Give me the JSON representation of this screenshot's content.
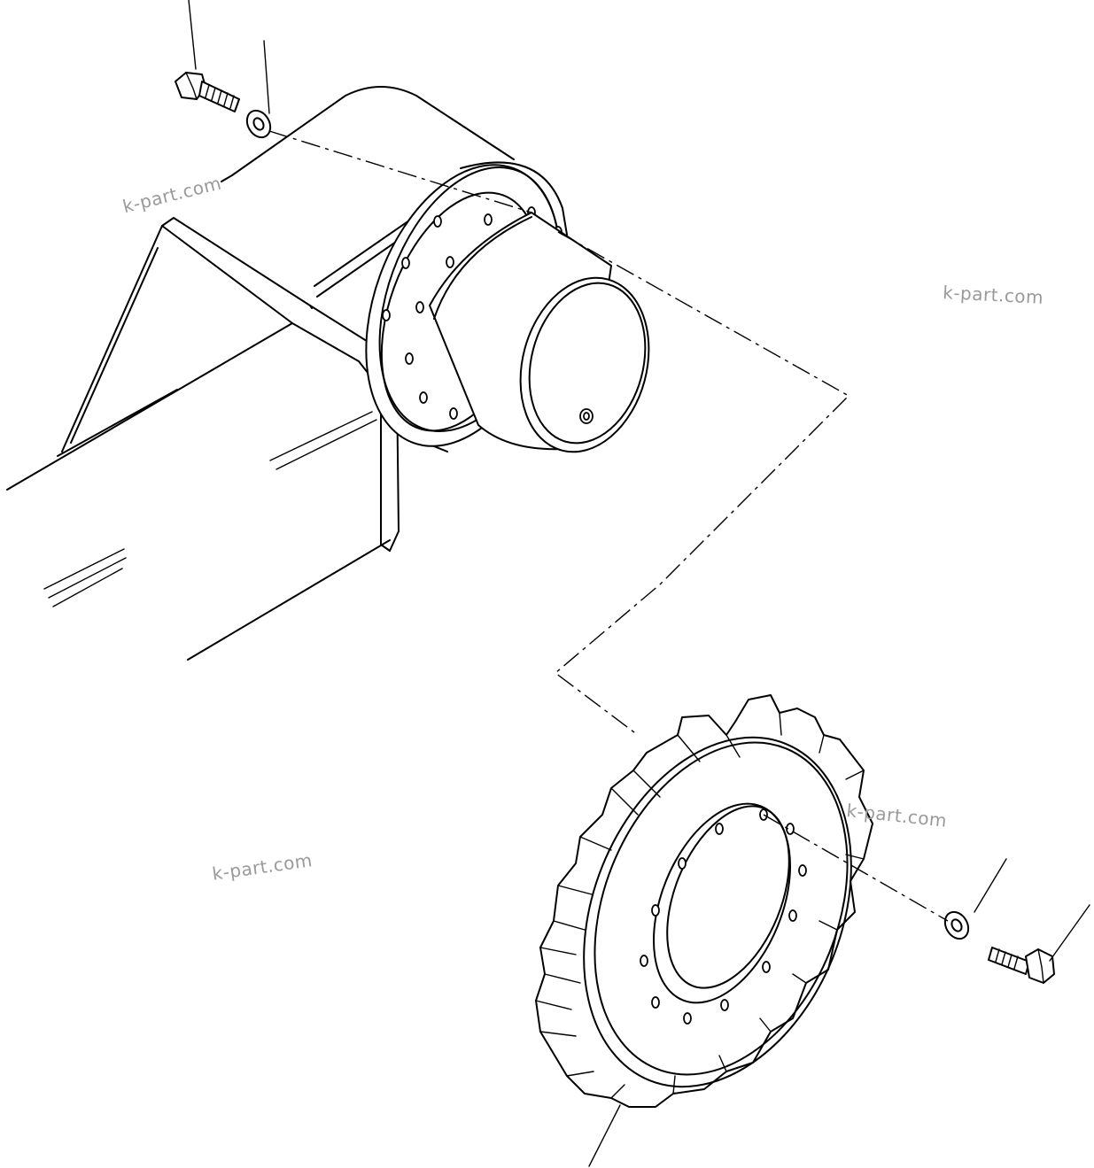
{
  "watermarks": [
    "k-part.com",
    "k-part.com",
    "k-part.com",
    "k-part.com"
  ],
  "diagram": {
    "parts": [
      "track-frame",
      "final-drive-motor",
      "drive-sprocket",
      "bolt-upper",
      "washer-upper",
      "bolt-lower",
      "washer-lower"
    ]
  }
}
